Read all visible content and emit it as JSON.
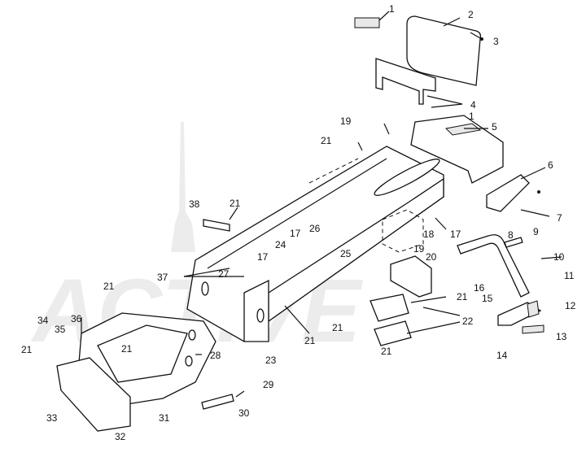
{
  "diagram": {
    "watermark": "ACTIVE",
    "callouts": [
      {
        "id": "c1a",
        "text": "1"
      },
      {
        "id": "c2",
        "text": "2"
      },
      {
        "id": "c3",
        "text": "3"
      },
      {
        "id": "c4",
        "text": "4"
      },
      {
        "id": "c1b",
        "text": "1"
      },
      {
        "id": "c19a",
        "text": "19"
      },
      {
        "id": "c5",
        "text": "5"
      },
      {
        "id": "c21a",
        "text": "21"
      },
      {
        "id": "c6",
        "text": "6"
      },
      {
        "id": "c7",
        "text": "7"
      },
      {
        "id": "c38",
        "text": "38"
      },
      {
        "id": "c21b",
        "text": "21"
      },
      {
        "id": "c18",
        "text": "18"
      },
      {
        "id": "c17a",
        "text": "17"
      },
      {
        "id": "c8",
        "text": "8"
      },
      {
        "id": "c9",
        "text": "9"
      },
      {
        "id": "c26",
        "text": "26"
      },
      {
        "id": "c17b",
        "text": "17"
      },
      {
        "id": "c24",
        "text": "24"
      },
      {
        "id": "c19b",
        "text": "19"
      },
      {
        "id": "c17c",
        "text": "17"
      },
      {
        "id": "c25",
        "text": "25"
      },
      {
        "id": "c20",
        "text": "20"
      },
      {
        "id": "c10",
        "text": "10"
      },
      {
        "id": "c37",
        "text": "37"
      },
      {
        "id": "c11",
        "text": "11"
      },
      {
        "id": "c27",
        "text": "27"
      },
      {
        "id": "c21c",
        "text": "21"
      },
      {
        "id": "c16",
        "text": "16"
      },
      {
        "id": "c15",
        "text": "15"
      },
      {
        "id": "c21d",
        "text": "21"
      },
      {
        "id": "c12",
        "text": "12"
      },
      {
        "id": "c34",
        "text": "34"
      },
      {
        "id": "c36",
        "text": "36"
      },
      {
        "id": "c35",
        "text": "35"
      },
      {
        "id": "c22",
        "text": "22"
      },
      {
        "id": "c21e",
        "text": "21"
      },
      {
        "id": "c21f",
        "text": "21"
      },
      {
        "id": "c13",
        "text": "13"
      },
      {
        "id": "c14",
        "text": "14"
      },
      {
        "id": "c21g",
        "text": "21"
      },
      {
        "id": "c21h",
        "text": "21"
      },
      {
        "id": "c28",
        "text": "28"
      },
      {
        "id": "c23",
        "text": "23"
      },
      {
        "id": "c21i",
        "text": "21"
      },
      {
        "id": "c29",
        "text": "29"
      },
      {
        "id": "c33",
        "text": "33"
      },
      {
        "id": "c30",
        "text": "30"
      },
      {
        "id": "c31",
        "text": "31"
      },
      {
        "id": "c32",
        "text": "32"
      }
    ]
  }
}
